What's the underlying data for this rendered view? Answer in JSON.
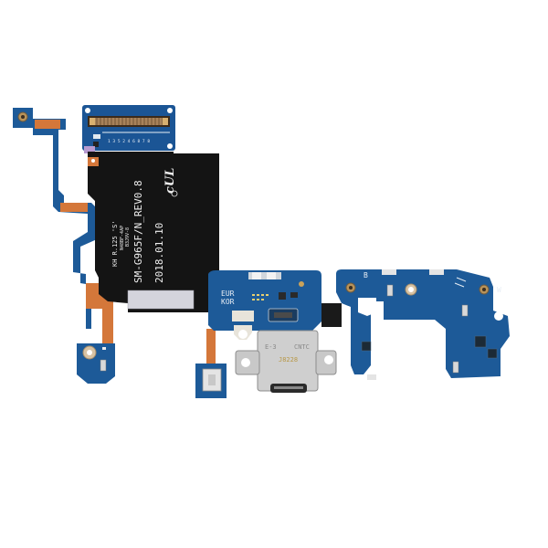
{
  "image": {
    "subject": "Charging port flex cable circuit board",
    "background": "#ffffff"
  },
  "flex_cable": {
    "model_marking": "SM-G965F/N_REV0.8",
    "date_marking": "2018.01.10",
    "batch_marking": "KH R.125 'S'",
    "small_marking_1": "N48BF-4AP",
    "small_marking_2": "B3J9V-8",
    "cert_mark": "UL",
    "board_color": "#1b4f8a",
    "flex_color": "#121212",
    "copper_color": "#d4773a"
  },
  "port_board": {
    "label_region_1": "EUR",
    "label_region_2": "KOR",
    "usb_marking_1": "E-3",
    "usb_marking_2": "CNTC",
    "usb_marking_3": "J8228"
  },
  "antenna_board": {
    "label_left": "B",
    "label_right": "W"
  },
  "colors": {
    "pcb_blue": "#1e5a9a",
    "pcb_dark_blue": "#15406e",
    "flex_black": "#141414",
    "copper": "#d87a3c",
    "metal": "#c9c9c9",
    "gold": "#c9a25a"
  }
}
